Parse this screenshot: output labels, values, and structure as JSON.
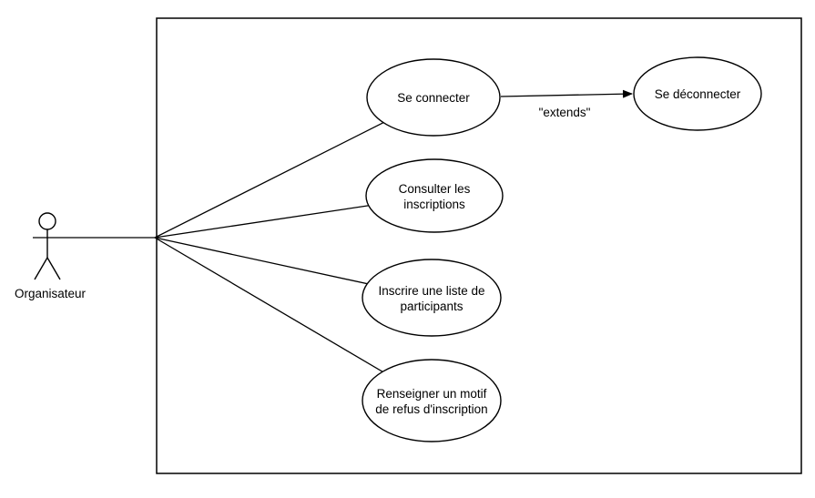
{
  "diagram": {
    "type": "uml-use-case",
    "actor": {
      "label": "Organisateur"
    },
    "use_cases": [
      {
        "id": "se-connecter",
        "lines": [
          "Se connecter"
        ]
      },
      {
        "id": "consulter-les-inscriptions",
        "lines": [
          "Consulter les",
          "inscriptions"
        ]
      },
      {
        "id": "inscrire-une-liste-de-participants",
        "lines": [
          "Inscrire une liste de",
          "participants"
        ]
      },
      {
        "id": "renseigner-un-motif-de-refus",
        "lines": [
          "Renseigner un motif",
          "de refus d'inscription"
        ]
      },
      {
        "id": "se-deconnecter",
        "lines": [
          "Se déconnecter"
        ]
      }
    ],
    "relation": {
      "label": "\"extends\"",
      "from": "Se connecter",
      "to": "Se déconnecter"
    },
    "colors": {
      "stroke": "#000000",
      "fill": "#ffffff"
    }
  }
}
